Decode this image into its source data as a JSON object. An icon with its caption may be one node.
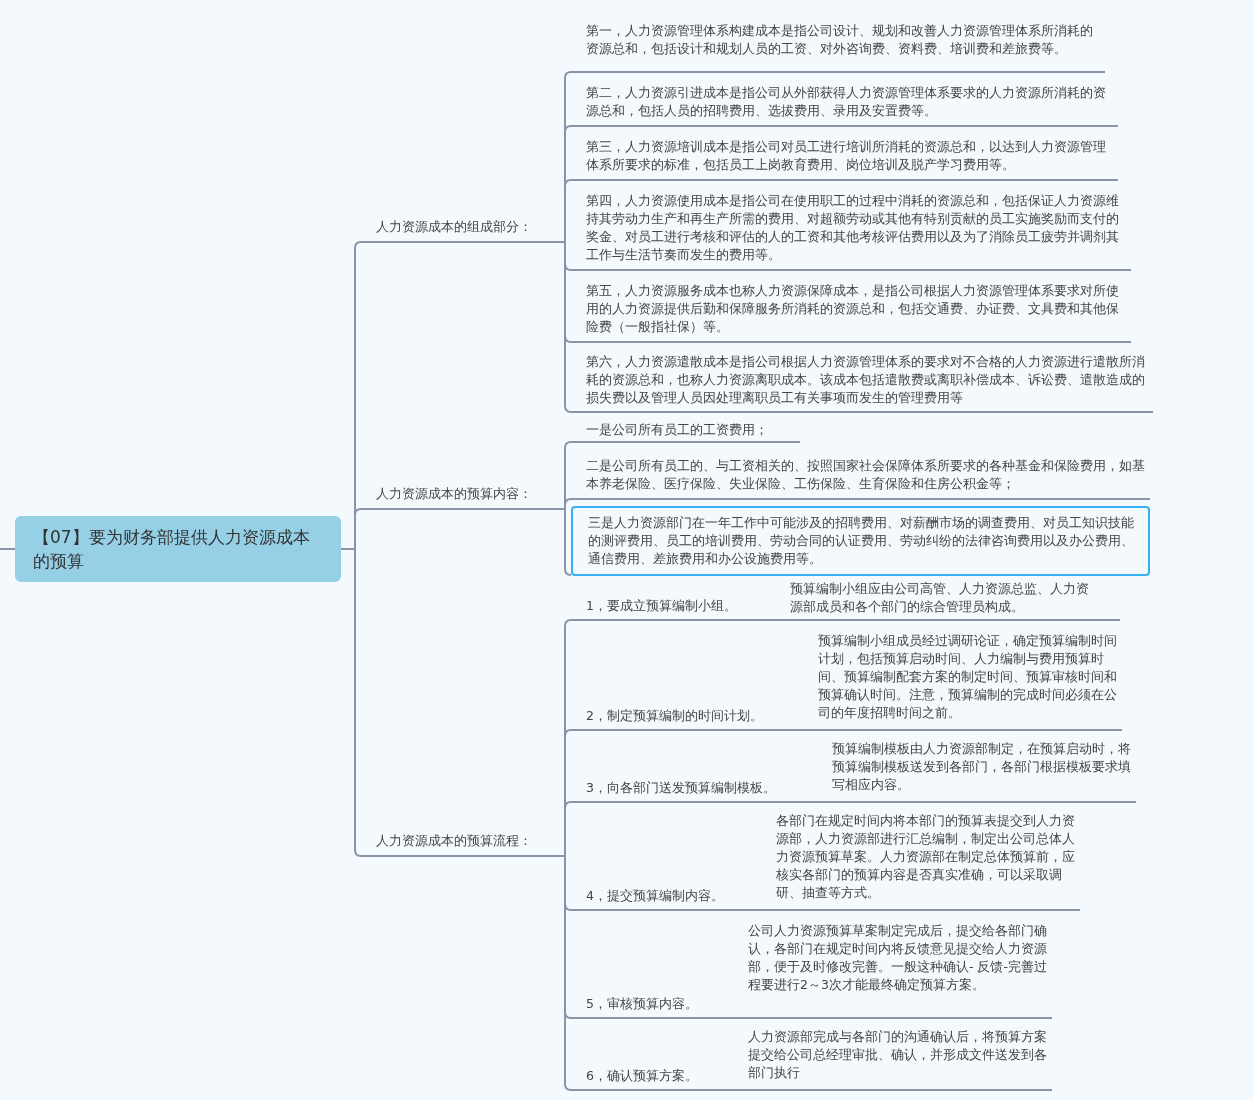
{
  "diagram": {
    "nodes": [
      {
        "text": [
          "【07】要为财务部提供人力资源成本的预算"
        ]
      },
      {
        "text": [
          "人力资源成本的组成部分："
        ]
      },
      {
        "text": [
          "人力资源成本的预算内容："
        ]
      },
      {
        "text": [
          "人力资源成本的预算流程："
        ]
      },
      {
        "text": [
          "第一，人力资源管理体系构建成本是指公司设计、规划和改善人力资源管理体系所消耗的资源总和，包括设计和规划人员的工资、对外咨询费、资料费、培训费和差旅费等。"
        ]
      },
      {
        "text": [
          "第二，人力资源引进成本是指公司从外部获得人力资源管理体系要求的人力资源所消耗的资源总和，包括人员的招聘费用、选拔费用、录用及安置费等。"
        ]
      },
      {
        "text": [
          "第三，人力资源培训成本是指公司对员工进行培训所消耗的资源总和，以达到人力资源管理体系所要求的标准，包括员工上岗教育费用、岗位培训及脱产学习费用等。"
        ]
      },
      {
        "text": [
          "第四，人力资源使用成本是指公司在使用职工的过程中消耗的资源总和，包括保证人力资源维持其劳动力生产和再生产所需的费用、对超额劳动或其他有特别贡献的员工实施奖励而支付的奖金、对员工进行考核和评估的人的工资和其他考核评估费用以及为了消除员工疲劳并调剂其工作与生活节奏而发生的费用等。"
        ]
      },
      {
        "text": [
          "第五，人力资源服务成本也称人力资源保障成本，是指公司根据人力资源管理体系要求对所使用的人力资源提供后勤和保障服务所消耗的资源总和，包括交通费、办证费、文具费和其他保险费（一般指社保）等。"
        ]
      },
      {
        "text": [
          "第六，人力资源遣散成本是指公司根据人力资源管理体系的要求对不合格的人力资源进行遣散所消耗的资源总和，也称人力资源离职成本。该成本包括遣散费或离职补偿成本、诉讼费、遣散造成的损失费以及管理人员因处理离职员工有关事项而发生的管理费用等"
        ]
      },
      {
        "text": [
          "一是公司所有员工的工资费用；"
        ]
      },
      {
        "text": [
          "二是公司所有员工的、与工资相关的、按照国家社会保障体系所要求的各种基金和保险费用，如基本养老保险、医疗保险、失业保险、工伤保险、生育保险和住房公积金等；"
        ]
      },
      {
        "text": [
          "三是人力资源部门在一年工作中可能涉及的招聘费用、对薪酬市场的调查费用、对员工知识技能的测评费用、员工的培训费用、劳动合同的认证费用、劳动纠纷的法律咨询费用以及办公费用、通信费用、差旅费用和办公设施费用等。"
        ]
      },
      {
        "text": [
          "1，要成立预算编制小组。",
          "预算编制小组应由公司高管、人力资源总监、人力资源部成员和各个部门的综合管理员构成。"
        ]
      },
      {
        "text": [
          "2，制定预算编制的时间计划。",
          "预算编制小组成员经过调研论证，确定预算编制时间计划，包括预算启动时间、人力编制与费用预算时间、预算编制配套方案的制定时间、预算审核时间和预算确认时间。注意，预算编制的完成时间必须在公司的年度招聘时间之前。"
        ]
      },
      {
        "text": [
          "3，向各部门送发预算编制模板。",
          "预算编制模板由人力资源部制定，在预算启动时，将预算编制模板送发到各部门，各部门根据模板要求填写相应内容。"
        ]
      },
      {
        "text": [
          "4，提交预算编制内容。",
          "各部门在规定时间内将本部门的预算表提交到人力资源部，人力资源部进行汇总编制，制定出公司总体人力资源预算草案。人力资源部在制定总体预算前，应核实各部门的预算内容是否真实准确，可以采取调研、抽查等方式。"
        ]
      },
      {
        "text": [
          "5，审核预算内容。",
          "公司人力资源预算草案制定完成后，提交给各部门确认，各部门在规定时间内将反馈意见提交给人力资源部，便于及时修改完善。一般这种确认- 反馈-完善过程要进行2～3次才能最终确定预算方案。"
        ]
      },
      {
        "text": [
          "6，确认预算方案。",
          "人力资源部完成与各部门的沟通确认后，将预算方案提交给公司总经理审批、确认，并形成文件送发到各部门执行"
        ]
      }
    ],
    "edges": [
      {
        "from": null,
        "to": 0,
        "arrow": "none"
      },
      {
        "from": 0,
        "to": 1,
        "arrow": "none"
      },
      {
        "from": 0,
        "to": 2,
        "arrow": "none"
      },
      {
        "from": 0,
        "to": 3,
        "arrow": "none"
      },
      {
        "from": 1,
        "to": 4,
        "arrow": "none"
      },
      {
        "from": 1,
        "to": 5,
        "arrow": "none"
      },
      {
        "from": 1,
        "to": 6,
        "arrow": "none"
      },
      {
        "from": 1,
        "to": 7,
        "arrow": "none"
      },
      {
        "from": 1,
        "to": 8,
        "arrow": "none"
      },
      {
        "from": 1,
        "to": 9,
        "arrow": "none"
      },
      {
        "from": 2,
        "to": 10,
        "arrow": "none"
      },
      {
        "from": 2,
        "to": 11,
        "arrow": "none"
      },
      {
        "from": 2,
        "to": 12,
        "arrow": "none"
      },
      {
        "from": 3,
        "to": 13,
        "arrow": "none"
      },
      {
        "from": 3,
        "to": 14,
        "arrow": "none"
      },
      {
        "from": 3,
        "to": 15,
        "arrow": "none"
      },
      {
        "from": 3,
        "to": 16,
        "arrow": "none"
      },
      {
        "from": 3,
        "to": 17,
        "arrow": "none"
      },
      {
        "from": 3,
        "to": 18,
        "arrow": "none"
      }
    ]
  }
}
